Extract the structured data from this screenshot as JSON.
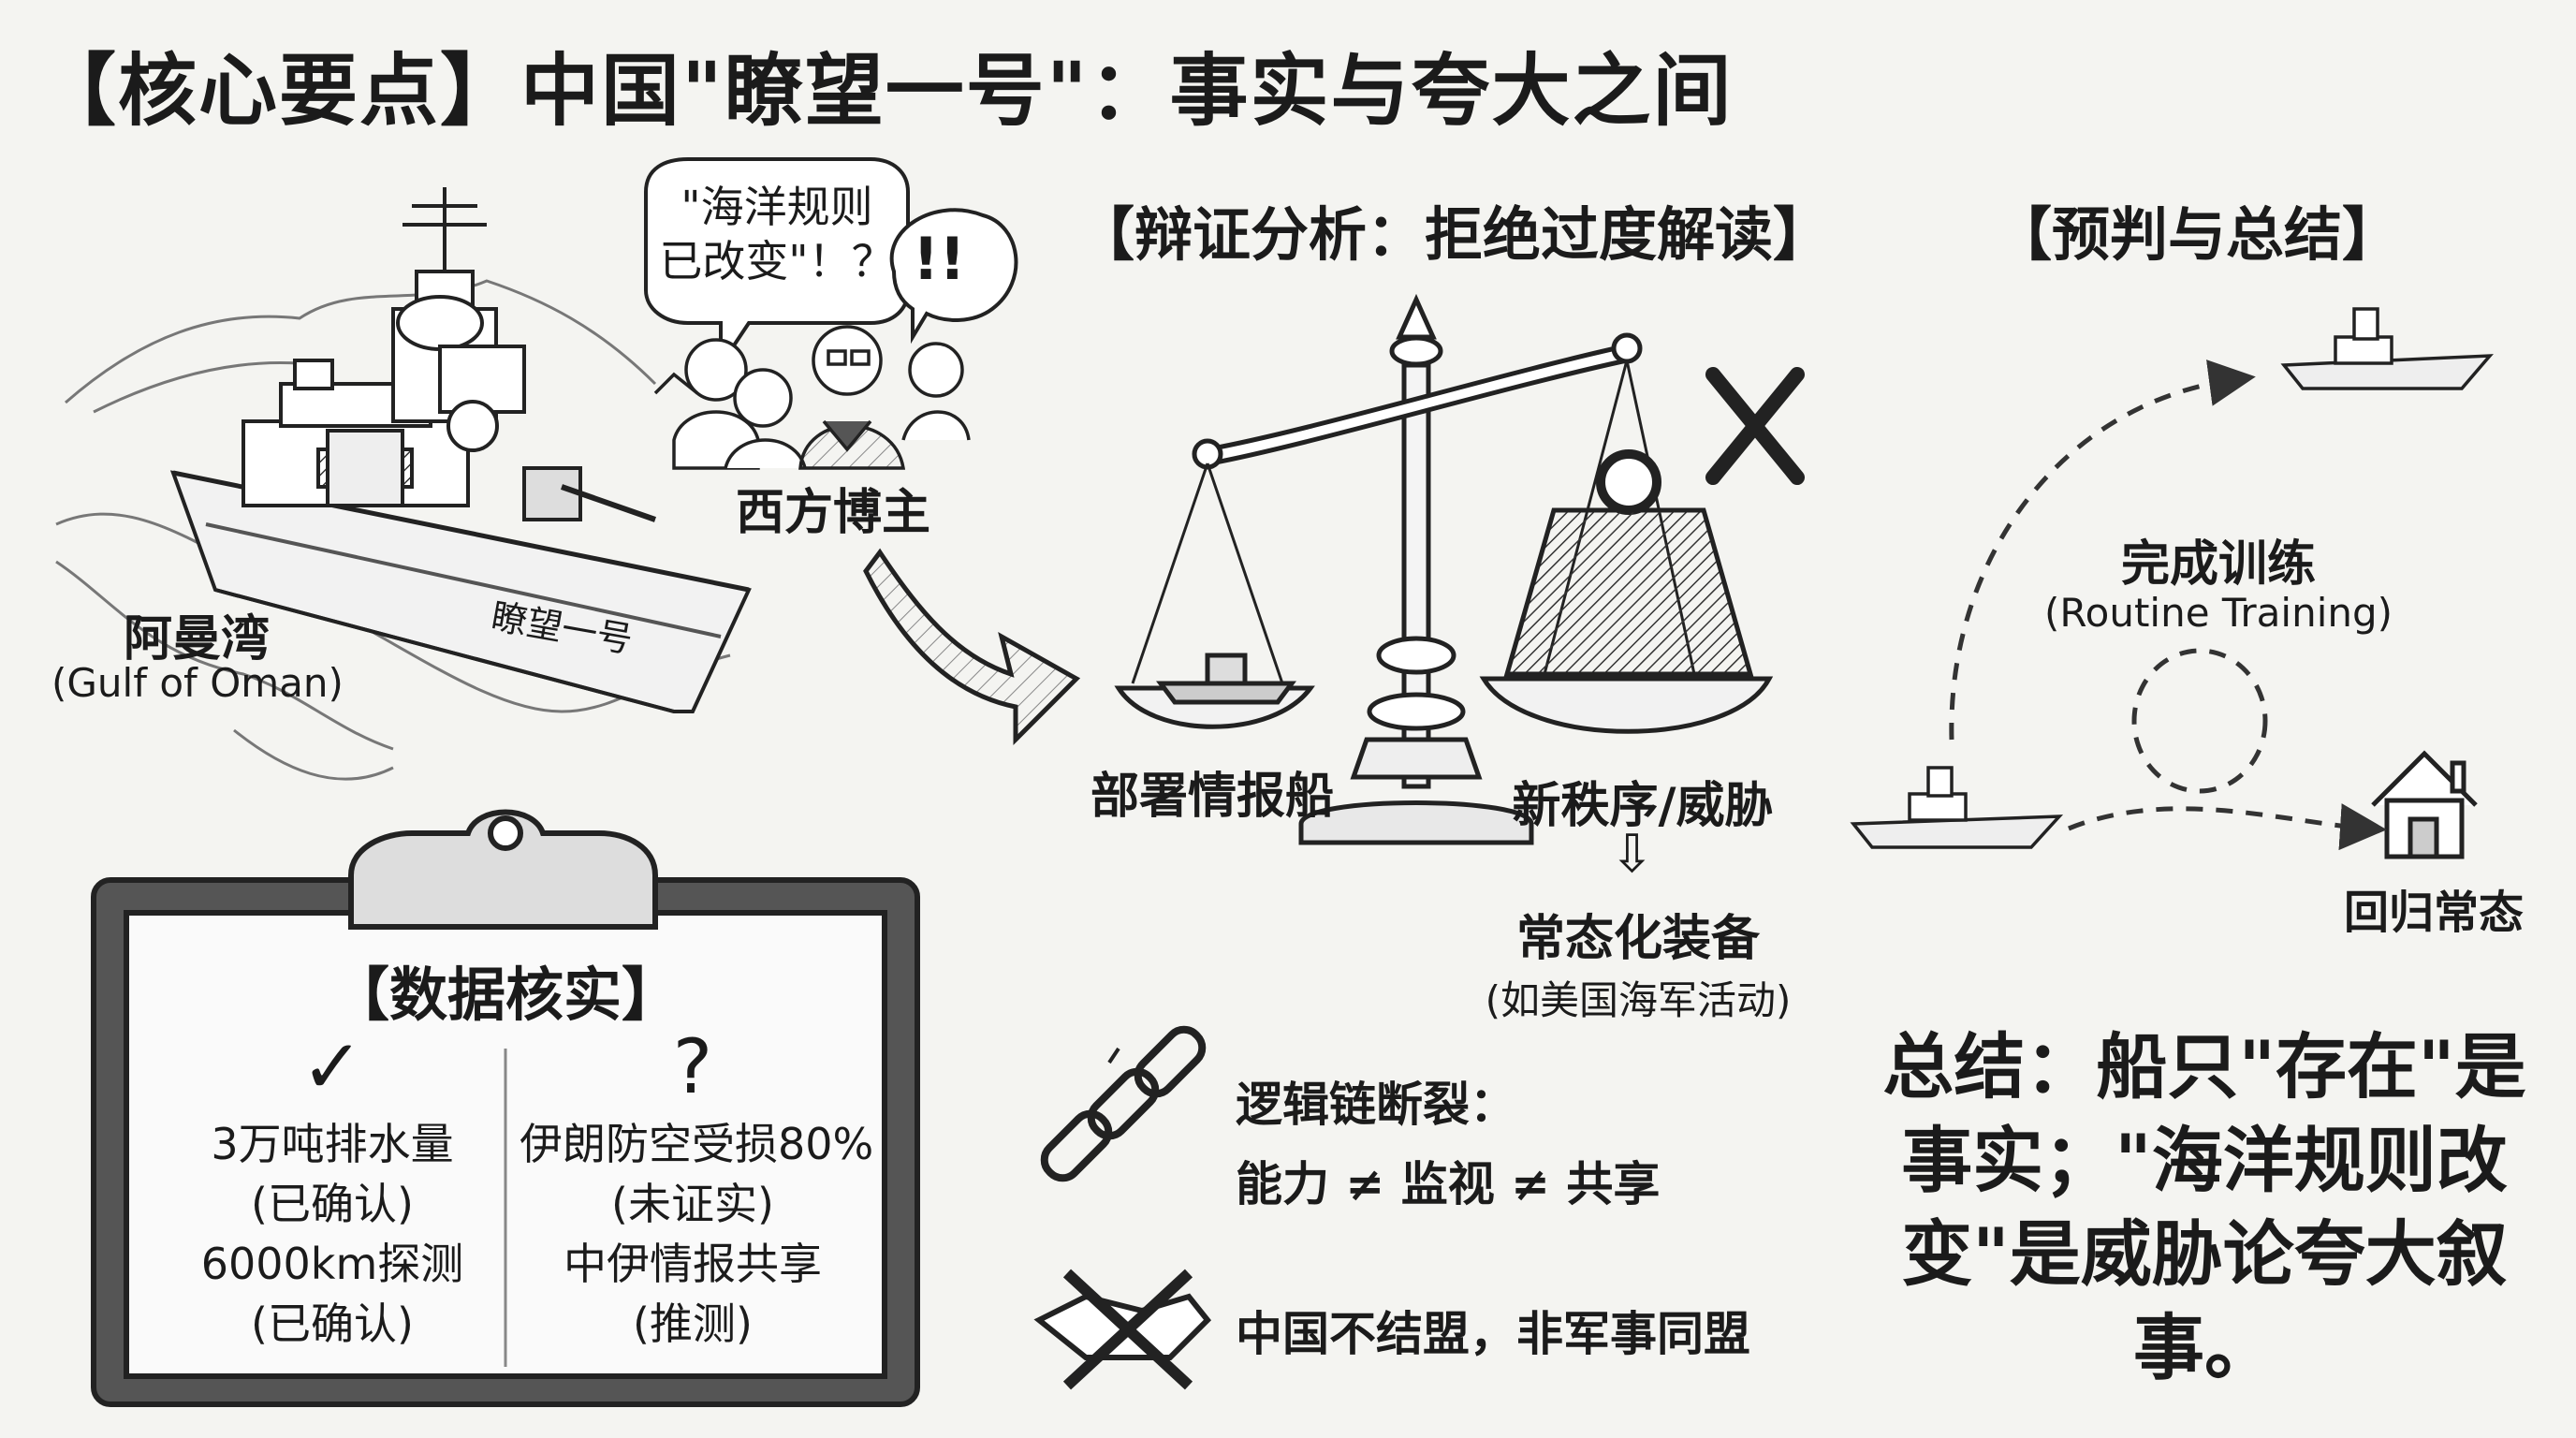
{
  "header": {
    "title": "【核心要点】中国\"瞭望一号\"：事实与夸大之间"
  },
  "left_scene": {
    "location_cn": "阿曼湾",
    "location_en": "(Gulf of Oman)",
    "ship_name": "瞭望一号",
    "speech_bubble": [
      "\"海洋规则",
      "已改变\"！？"
    ],
    "exclaim": "!!",
    "crowd_label": "西方博主"
  },
  "clipboard": {
    "heading": "【数据核实】",
    "left_col": {
      "mark": "✓",
      "lines": [
        "3万吨排水量",
        "(已确认)",
        "6000km探测",
        "(已确认)"
      ]
    },
    "right_col": {
      "mark": "?",
      "lines": [
        "伊朗防空受损80%",
        "(未证实)",
        "中伊情报共享",
        "(推测)"
      ]
    }
  },
  "analysis": {
    "heading": "【辩证分析：拒绝过度解读】",
    "left_pan_label": "部署情报船",
    "right_pan_label": "新秩序/威胁",
    "arrow_down": "⇩",
    "normal_label": "常态化装备",
    "normal_sub": "(如美国海军活动)",
    "chain_title": "逻辑链断裂：",
    "chain_formula": "能力 ≠ 监视 ≠ 共享",
    "alliance_text": "中国不结盟，非军事同盟"
  },
  "forecast": {
    "heading": "【预判与总结】",
    "training_cn": "完成训练",
    "training_en": "(Routine Training)",
    "return_label": "回归常态",
    "summary": "总结：船只\"存在\"是事实；\"海洋规则改变\"是威胁论夸大叙事。"
  }
}
